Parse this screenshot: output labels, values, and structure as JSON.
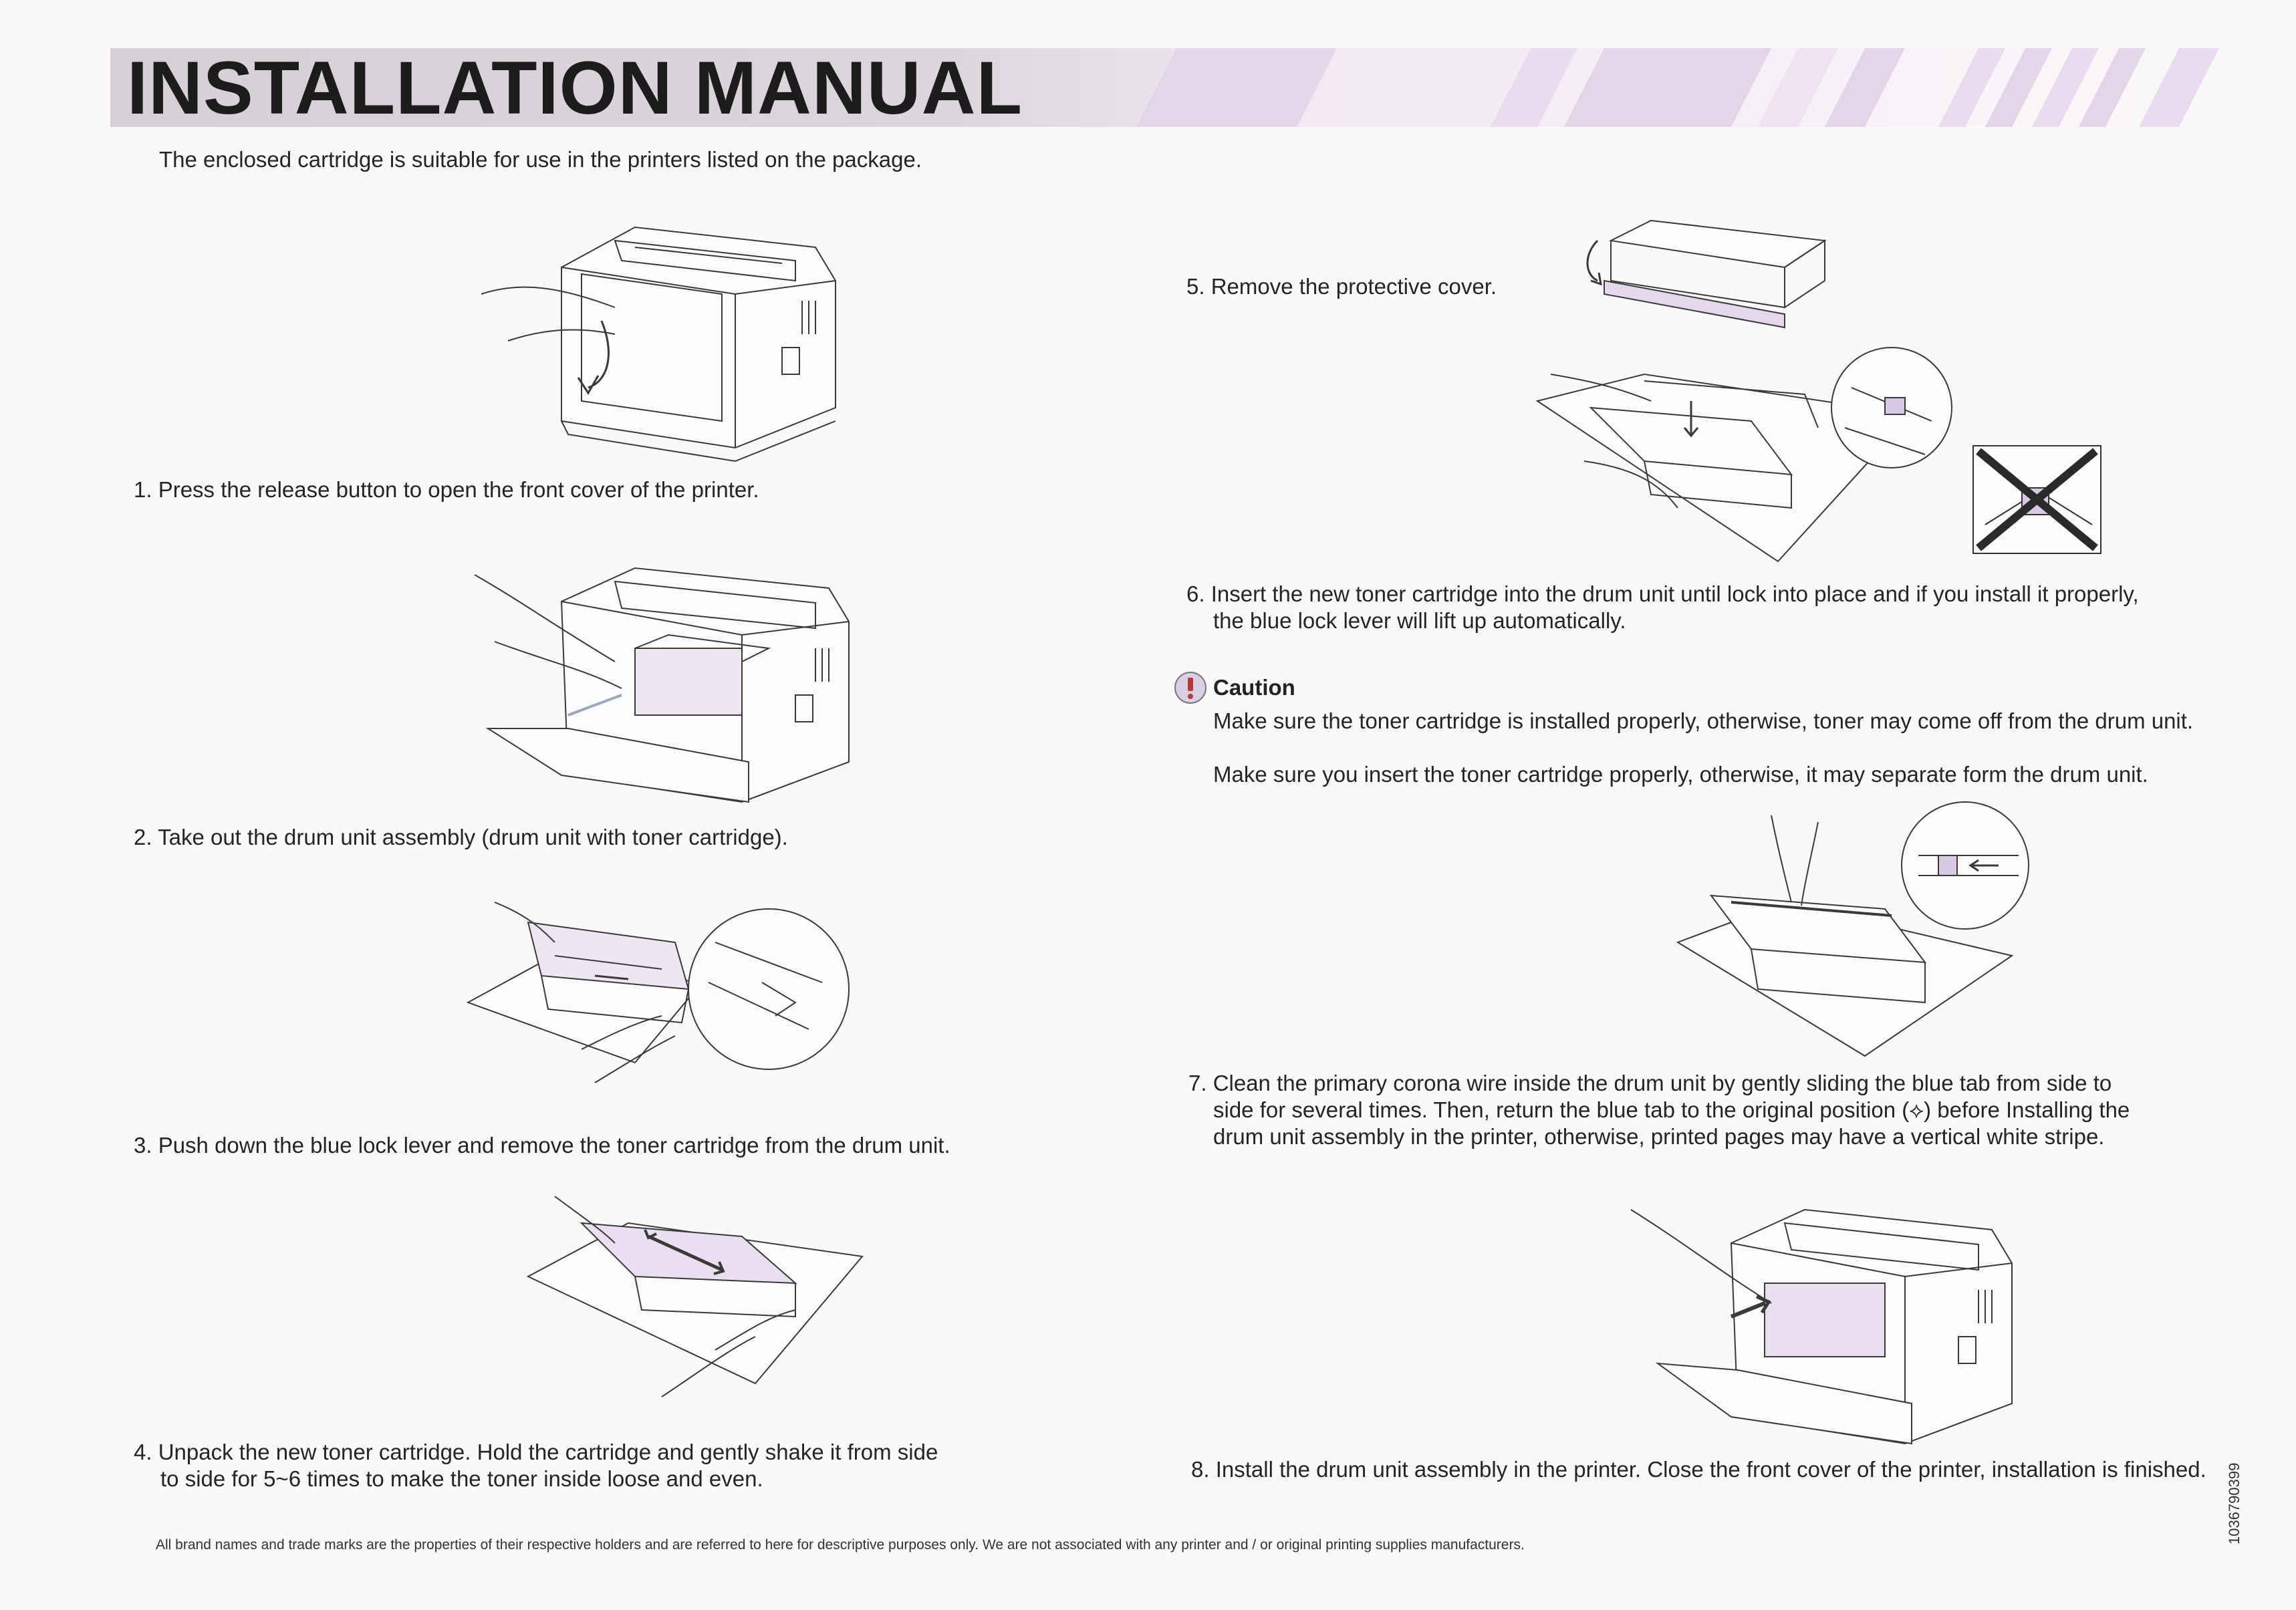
{
  "header": {
    "title": "INSTALLATION MANUAL"
  },
  "intro": "The enclosed cartridge is suitable for use in the printers listed on the package.",
  "steps": [
    {
      "text": "1. Press the release button to open the front cover of the printer."
    },
    {
      "text": "2. Take out the drum unit assembly (drum unit with toner cartridge)."
    },
    {
      "text": "3. Push down the blue lock lever and remove the toner cartridge from the drum unit."
    },
    {
      "line1": "4. Unpack the new toner cartridge. Hold the cartridge and gently shake it from side",
      "line2": "to side for 5~6 times to make the toner inside loose and even."
    },
    {
      "text": "5. Remove the protective cover."
    },
    {
      "line1": "6. Insert the new toner cartridge into the drum unit until lock into place and if you install it properly,",
      "line2": "the blue lock lever will lift up automatically."
    },
    {
      "line1": "7. Clean the primary corona wire inside the drum unit by gently sliding the blue tab from side to",
      "line2": "side for several times. Then, return the blue tab to the original position (⟡) before Installing the",
      "line3": "drum unit assembly in the printer, otherwise, printed pages may have a vertical white stripe."
    },
    {
      "text": "8. Install the drum unit assembly in the printer. Close the front cover of the printer, installation is finished."
    }
  ],
  "caution": {
    "heading": "Caution",
    "line1": "Make sure the toner cartridge is installed properly, otherwise, toner may come off from the drum unit.",
    "line2": "Make sure you insert the toner cartridge properly, otherwise, it may separate form the drum unit."
  },
  "footer": {
    "disclaimer": "All brand names and trade marks are the properties of their respective holders and are referred to here for descriptive purposes only. We are not associated with any printer and / or original printing supplies manufacturers.",
    "code": "1036790399"
  },
  "icons": {
    "caution": "caution-icon",
    "printer": "printer-icon",
    "drum": "drum-unit-icon",
    "cartridge": "toner-cartridge-icon",
    "wrong": "cross-out-icon"
  },
  "colors": {
    "title_band": "#d6d0d6",
    "line_art": "#3a3a3a",
    "tint": "#c9a9d9"
  }
}
